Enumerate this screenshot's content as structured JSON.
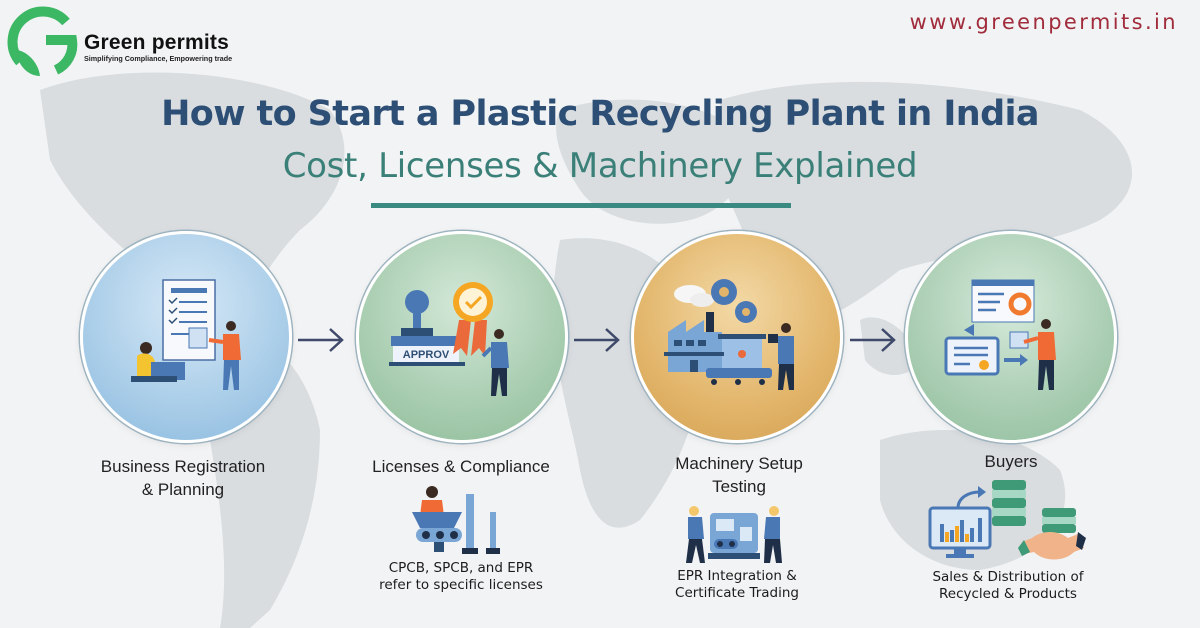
{
  "brand": {
    "name": "Green permits",
    "tagline": "Simplifying Compliance, Empowering trade",
    "website": "www.greenpermits.in",
    "colors": {
      "logo_green": "#3cb865",
      "title_blue": "#2e4f75",
      "subtitle_teal": "#3b8078",
      "website_red": "#a02c3c"
    }
  },
  "header": {
    "title": "How to Start a Plastic Recycling Plant in India",
    "subtitle": "Cost, Licenses & Machinery Explained"
  },
  "steps": [
    {
      "title_line1": "Business Registration",
      "title_line2": "& Planning",
      "icon": "document-planning-icon",
      "color": "#a9cde8"
    },
    {
      "title_line1": "Licenses & Compliance",
      "icon": "approval-stamp-icon",
      "stamp_text": "APPROV",
      "desc_line1": "CPCB, SPCB, and EPR",
      "desc_line2": "refer to specific licenses",
      "color": "#a8cdb0"
    },
    {
      "title_line1": "Machinery Setup",
      "title_line2": "Testing",
      "icon": "factory-gears-icon",
      "desc_line1": "EPR Integration &",
      "desc_line2": "Certificate Trading",
      "color": "#e2b56a"
    },
    {
      "title_line1": "Buyers",
      "icon": "dashboard-certificate-icon",
      "desc_line1": "Sales & Distribution of",
      "desc_line2": "Recycled & Products",
      "color": "#a9cdb2"
    }
  ],
  "arrows": [
    "arrow-right-icon",
    "arrow-right-icon",
    "arrow-right-icon"
  ]
}
